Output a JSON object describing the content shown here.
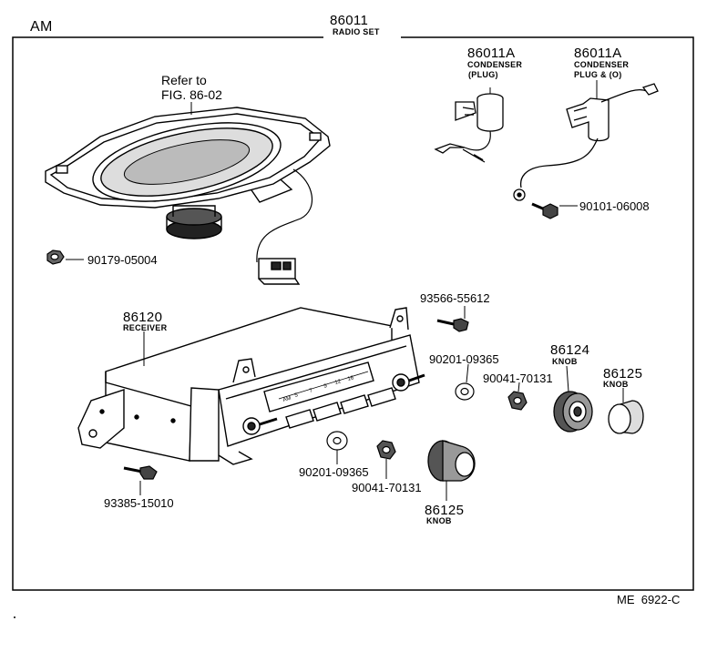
{
  "header": {
    "section": "AM",
    "assembly_no": "86011",
    "assembly_name": "RADIO SET"
  },
  "reference": {
    "line1": "Refer to",
    "line2": "FIG. 86-02"
  },
  "parts": {
    "condenser_plug": {
      "no": "86011A",
      "name1": "CONDENSER",
      "name2": "(PLUG)"
    },
    "condenser_plug_o": {
      "no": "86011A",
      "name1": "CONDENSER",
      "name2": "PLUG & (O)"
    },
    "bolt_90101": {
      "no": "90101-06008"
    },
    "nut_90179": {
      "no": "90179-05004"
    },
    "screw_93566": {
      "no": "93566-55612"
    },
    "receiver": {
      "no": "86120",
      "name": "RECEIVER"
    },
    "washer_upper": {
      "no": "90201-09365"
    },
    "nut_upper": {
      "no": "90041-70131"
    },
    "knob_86124": {
      "no": "86124",
      "name": "KNOB"
    },
    "knob_86125_right": {
      "no": "86125",
      "name": "KNOB"
    },
    "washer_lower": {
      "no": "90201-09365"
    },
    "nut_lower": {
      "no": "90041-70131"
    },
    "knob_86125_bottom": {
      "no": "86125",
      "name": "KNOB"
    },
    "screw_93385": {
      "no": "93385-15010"
    }
  },
  "dial": {
    "band": "AM",
    "marks": [
      "5",
      "7",
      "9",
      "12",
      "16"
    ]
  },
  "footer": {
    "code": "ME  6922-C"
  }
}
